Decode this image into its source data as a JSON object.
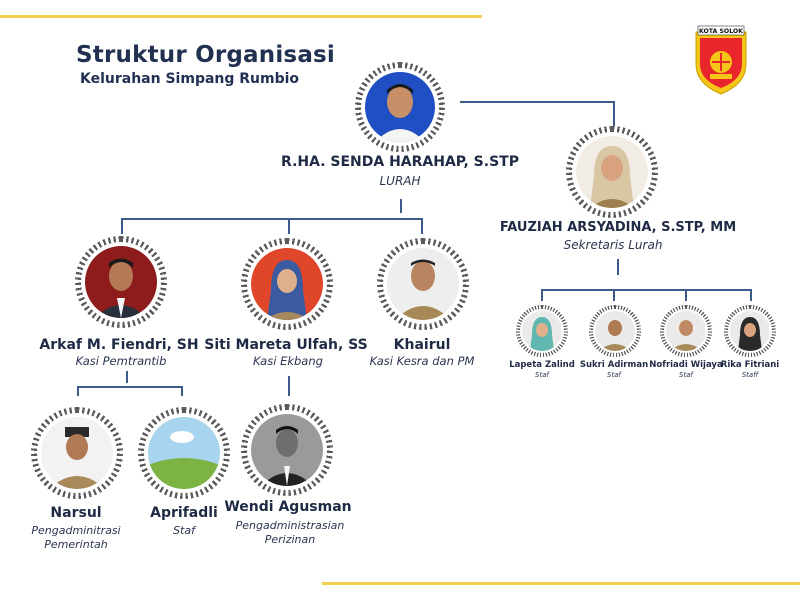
{
  "header": {
    "title": "Struktur Organisasi",
    "subtitle": "Kelurahan Simpang Rumbio"
  },
  "logo": {
    "text": "KOTA SOLOK",
    "colors": [
      "#e8262b",
      "#f5c518"
    ]
  },
  "colors": {
    "accent": "#f2cf4e",
    "line": "#3d5a8c",
    "text": "#1f2a44"
  },
  "people": {
    "lurah": {
      "name": "R.HA. SENDA HARAHAP, S.STP",
      "role": "LURAH"
    },
    "sekretaris": {
      "name": "FAUZIAH ARSYADINA, S.STP, MM",
      "role": "Sekretaris Lurah"
    },
    "kasi_pemtrantib": {
      "name": "Arkaf M. Fiendri, SH",
      "role": "Kasi Pemtrantib"
    },
    "kasi_ekbang": {
      "name": "Siti Mareta Ulfah, SS",
      "role": "Kasi Ekbang"
    },
    "kasi_kesra": {
      "name": "Khairul",
      "role": "Kasi Kesra dan PM"
    },
    "narsul": {
      "name": "Narsul",
      "role_line1": "Pengadminitrasi",
      "role_line2": "Pemerintah"
    },
    "aprifadli": {
      "name": "Aprifadli",
      "role": "Staf"
    },
    "wendi": {
      "name": "Wendi Agusman",
      "role_line1": "Pengadministrasian",
      "role_line2": "Perizinan"
    },
    "lapeta": {
      "name": "Lapeta Zalind",
      "role": "Staf"
    },
    "sukri": {
      "name": "Sukri Adirman",
      "role": "Staf"
    },
    "nofriadi": {
      "name": "Nofriadi Wijaya",
      "role": "Staf"
    },
    "rika": {
      "name": "Rika Fitriani",
      "role": "Staff"
    }
  }
}
